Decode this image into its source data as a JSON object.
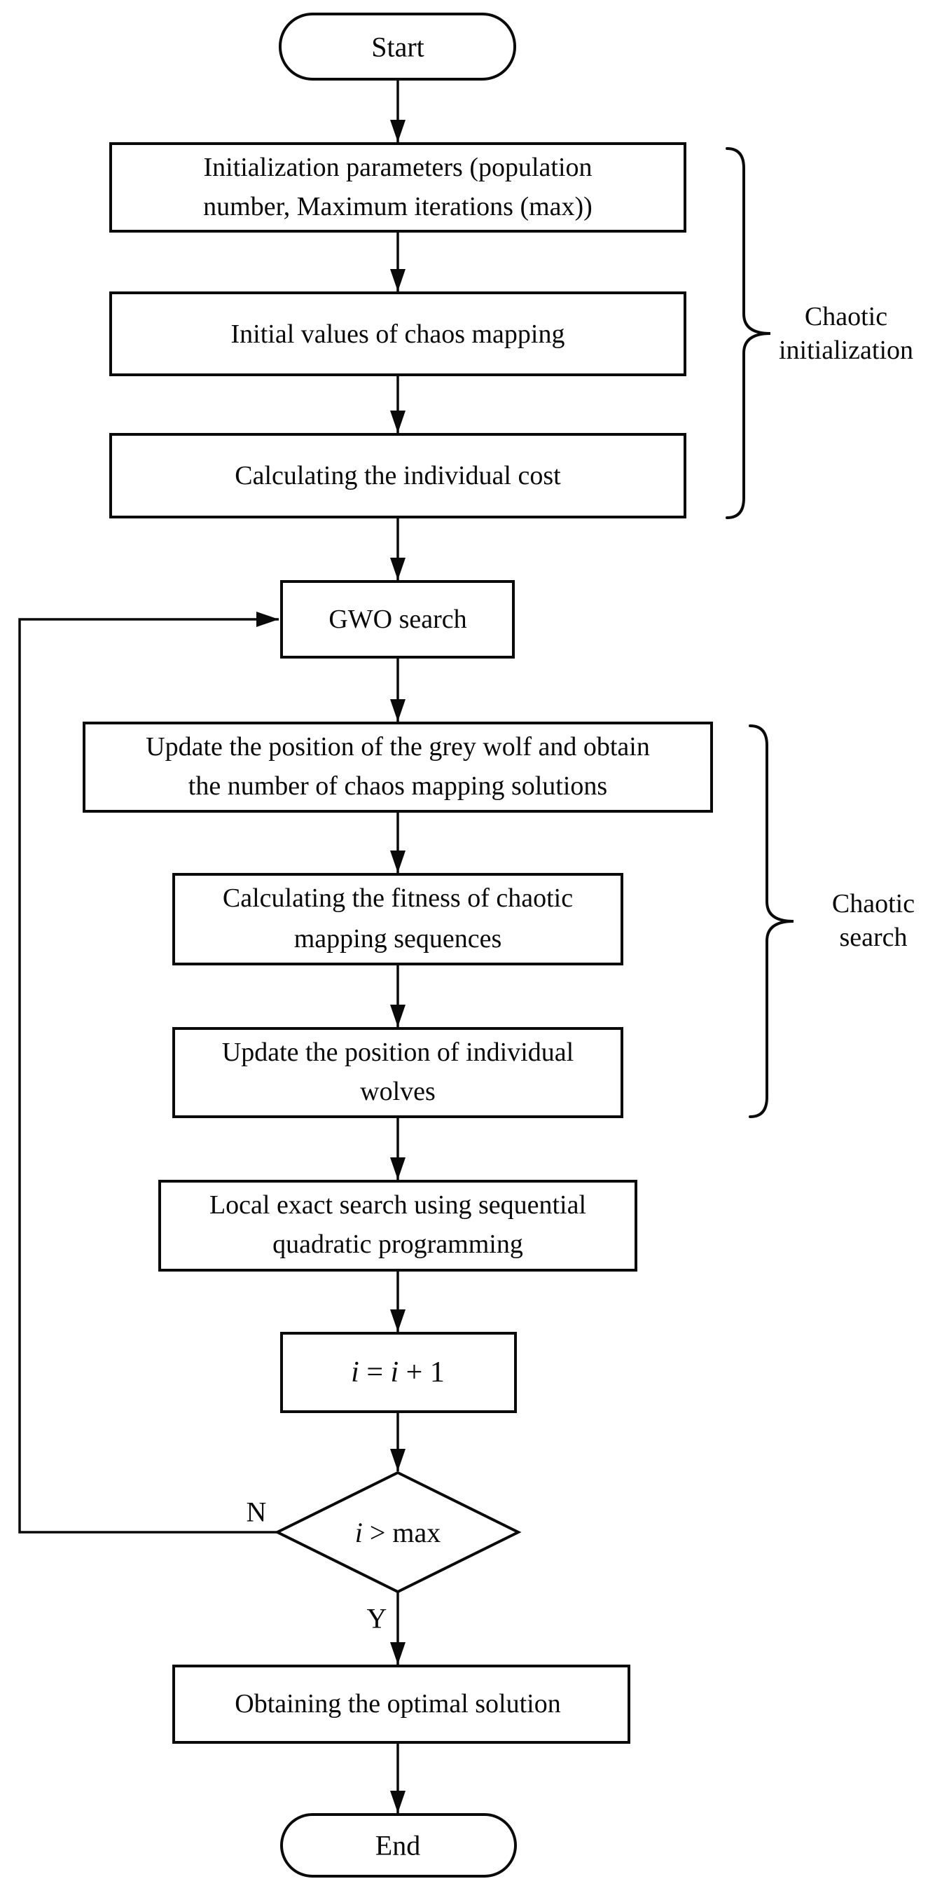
{
  "nodes": {
    "start": {
      "label": "Start"
    },
    "init_params": {
      "line1": "Initialization parameters (population",
      "line2": "number, Maximum iterations (max))"
    },
    "chaos_initial_values": {
      "label": "Initial values of chaos mapping"
    },
    "individual_cost": {
      "label": "Calculating the individual cost"
    },
    "gwo_search": {
      "label": "GWO search"
    },
    "update_grey_wolf": {
      "line1": "Update the position of the grey wolf and obtain",
      "line2": "the number of chaos mapping solutions"
    },
    "fitness_chaotic": {
      "line1": "Calculating the fitness of chaotic",
      "line2": "mapping sequences"
    },
    "update_wolves": {
      "line1": "Update the position of individual",
      "line2": "wolves"
    },
    "local_search": {
      "line1": "Local exact search using sequential",
      "line2": "quadratic programming"
    },
    "increment": {
      "i1": "i",
      "mid": " = ",
      "i2": "i",
      "tail": " + 1"
    },
    "decision": {
      "i": "i",
      "rest": " > max"
    },
    "optimal_solution": {
      "label": "Obtaining the optimal solution"
    },
    "end": {
      "label": "End"
    }
  },
  "edges": {
    "no_label": "N",
    "yes_label": "Y"
  },
  "braces": {
    "chaotic_initialization": {
      "line1": "Chaotic",
      "line2": "initialization"
    },
    "chaotic_search": {
      "line1": "Chaotic",
      "line2": "search"
    }
  },
  "colors": {
    "stroke": "#0a0a0a",
    "background": "#ffffff"
  }
}
